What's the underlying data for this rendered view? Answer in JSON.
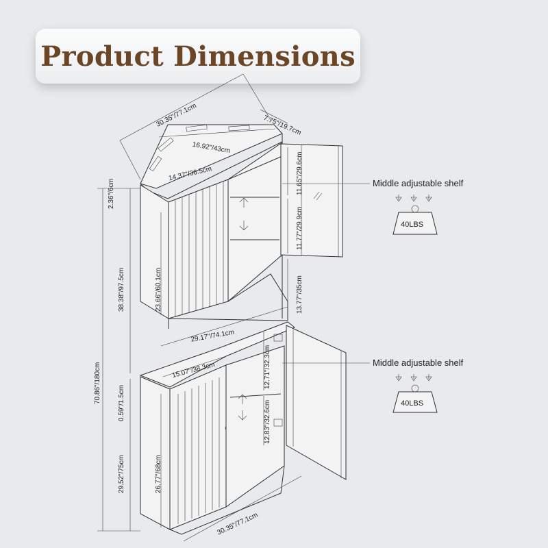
{
  "title": "Product Dimensions",
  "dimensions": {
    "top_width": "30.35\"/77.1cm",
    "top_depth": "7.75\"/19.7cm",
    "top_diagonal": "16.92\"/43cm",
    "top_side": "14.37\"/36.5cm",
    "crown_height": "2.36\"/6cm",
    "upper_space_1": "11.65\"/29.6cm",
    "upper_space_2": "11.77\"/29.9cm",
    "upper_door_height": "23.66\"/60.1cm",
    "upper_section_height": "38.38\"/97.5cm",
    "open_shelf_height": "13.77\"/35cm",
    "total_height": "70.86\"/180cm",
    "middle_width": "29.17\"/74.1cm",
    "lower_door_width": "15.07\"/38.3cm",
    "counter_thickness": "0.59\"/1.5cm",
    "lower_space_1": "12.71\"/32.3cm",
    "lower_space_2": "12.83\"/32.6cm",
    "lower_section_height": "29.52\"/75cm",
    "lower_door_height": "26.77\"/68cm",
    "bottom_width": "30.35\"/77.1cm"
  },
  "shelf_upper": {
    "label": "Middle adjustable shelf",
    "load": "40LBS"
  },
  "shelf_lower": {
    "label": "Middle adjustable shelf",
    "load": "40LBS"
  },
  "colors": {
    "title_text": "#6a4526",
    "background": "#e9eaeb",
    "line": "#2f2f2f"
  }
}
